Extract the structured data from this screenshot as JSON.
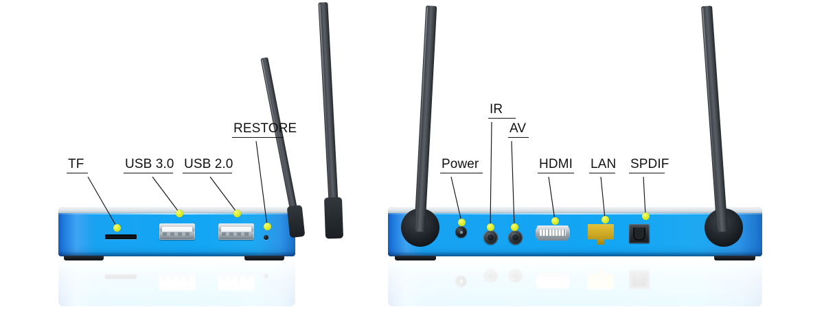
{
  "scene": {
    "background_color": "#ffffff",
    "description": "Android TV box product diagram, two views with callout labels"
  },
  "colors": {
    "chassis_blue": "#12a6f5",
    "chassis_blue_dark": "#1565c8",
    "marker_yellow": "#ddee2b",
    "antenna_gray": "#41464c",
    "lan_gold": "#d4b028",
    "label_text": "#111111",
    "leader_line": "#111111"
  },
  "devices": [
    {
      "name": "left-device",
      "view": "side-panel-view",
      "ports": [
        {
          "id": "tf",
          "label": "TF",
          "type": "microsd-card-slot"
        },
        {
          "id": "usb3",
          "label": "USB 3.0",
          "type": "usb-type-a-port"
        },
        {
          "id": "usb2",
          "label": "USB 2.0",
          "type": "usb-type-a-port"
        },
        {
          "id": "restore",
          "label": "RESTORE",
          "type": "reset-pinhole"
        }
      ],
      "antennas": 2
    },
    {
      "name": "right-device",
      "view": "rear-panel-view",
      "ports": [
        {
          "id": "power",
          "label": "Power",
          "type": "dc-barrel-jack"
        },
        {
          "id": "ir",
          "label": "IR",
          "type": "infrared-jack"
        },
        {
          "id": "av",
          "label": "AV",
          "type": "av-composite-jack"
        },
        {
          "id": "hdmi",
          "label": "HDMI",
          "type": "hdmi-port"
        },
        {
          "id": "lan",
          "label": "LAN",
          "type": "rj45-ethernet-port"
        },
        {
          "id": "spdif",
          "label": "SPDIF",
          "type": "optical-audio-port"
        }
      ],
      "antennas": 2
    }
  ],
  "labels": {
    "tf": "TF",
    "usb3": "USB 3.0",
    "usb2": "USB 2.0",
    "restore": "RESTORE",
    "power": "Power",
    "ir": "IR",
    "av": "AV",
    "hdmi": "HDMI",
    "lan": "LAN",
    "spdif": "SPDIF"
  }
}
